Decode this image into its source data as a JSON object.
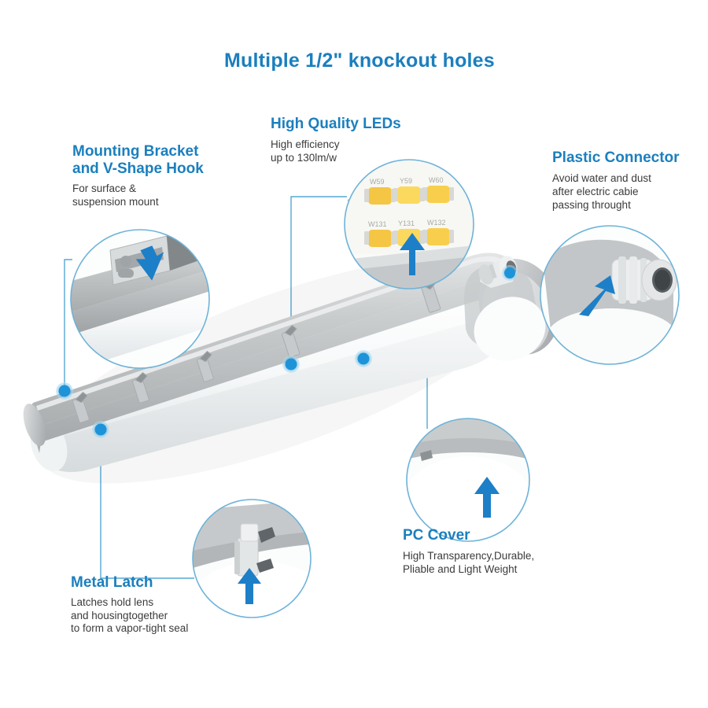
{
  "page": {
    "title": "Multiple 1/2\" knockout holes",
    "accent_blue": "#1b7fbe",
    "dot_blue": "#1f93d8",
    "line_blue": "#55a8d4",
    "arrow_blue": "#1d7fc7",
    "body_text": "#3b3b3b",
    "background": "#ffffff"
  },
  "callouts": {
    "mounting_bracket": {
      "heading_line1": "Mounting Bracket",
      "heading_line2": "and V-Shape Hook",
      "sub_line1": "For surface &",
      "sub_line2": "suspension mount",
      "detail_icon": "mounting-bracket-photo",
      "arrow_direction": "up-left"
    },
    "high_quality_leds": {
      "heading_line1": "High Quality LEDs",
      "sub_line1": "High efficiency",
      "sub_line2": "up to 130lm/w",
      "detail_icon": "led-chips-photo",
      "arrow_direction": "up",
      "led_codes": [
        "W59",
        "Y59",
        "W60",
        "W131",
        "Y131",
        "W132"
      ]
    },
    "plastic_connector": {
      "heading_line1": "Plastic Connector",
      "sub_line1": "Avoid water and dust",
      "sub_line2": "after electric cabie",
      "sub_line3": "passing throught",
      "detail_icon": "cable-gland-photo",
      "arrow_direction": "up-right"
    },
    "pc_cover": {
      "heading_line1": "PC Cover",
      "sub_line1": "High Transparency,Durable,",
      "sub_line2": "Pliable and Light Weight",
      "detail_icon": "pc-cover-photo",
      "arrow_direction": "up"
    },
    "metal_latch": {
      "heading_line1": "Metal Latch",
      "sub_line1": "Latches hold lens",
      "sub_line2": "and housingtogether",
      "sub_line3": "to form a vapor-tight seal",
      "detail_icon": "metal-latch-photo",
      "arrow_direction": "up"
    }
  },
  "product": {
    "name": "led-vapor-tight-linear-fixture",
    "housing_color": "#b9bcbd",
    "diffuser_color": "#f3f5f6"
  }
}
